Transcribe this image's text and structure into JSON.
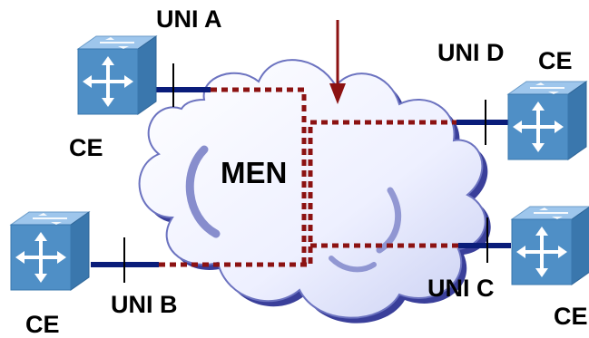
{
  "diagram": {
    "cloud_label": "MEN",
    "uni_labels": {
      "a": "UNI A",
      "b": "UNI B",
      "c": "UNI C",
      "d": "UNI D"
    },
    "ce_labels": {
      "a": "CE",
      "b": "CE",
      "c": "CE",
      "d": "CE"
    },
    "icons": {
      "switch": "switch-cube-icon",
      "arrow": "down-arrow-icon"
    },
    "colors": {
      "link": "#0a1d7a",
      "evc_path": "#8c1212",
      "arrow": "#8c1212",
      "switch_front": "#4f8fc6",
      "switch_top": "#9ec6ec",
      "switch_side": "#3a77ad",
      "cloud_fill": "#ffffff",
      "cloud_shadow": "#3a3f9a"
    }
  }
}
